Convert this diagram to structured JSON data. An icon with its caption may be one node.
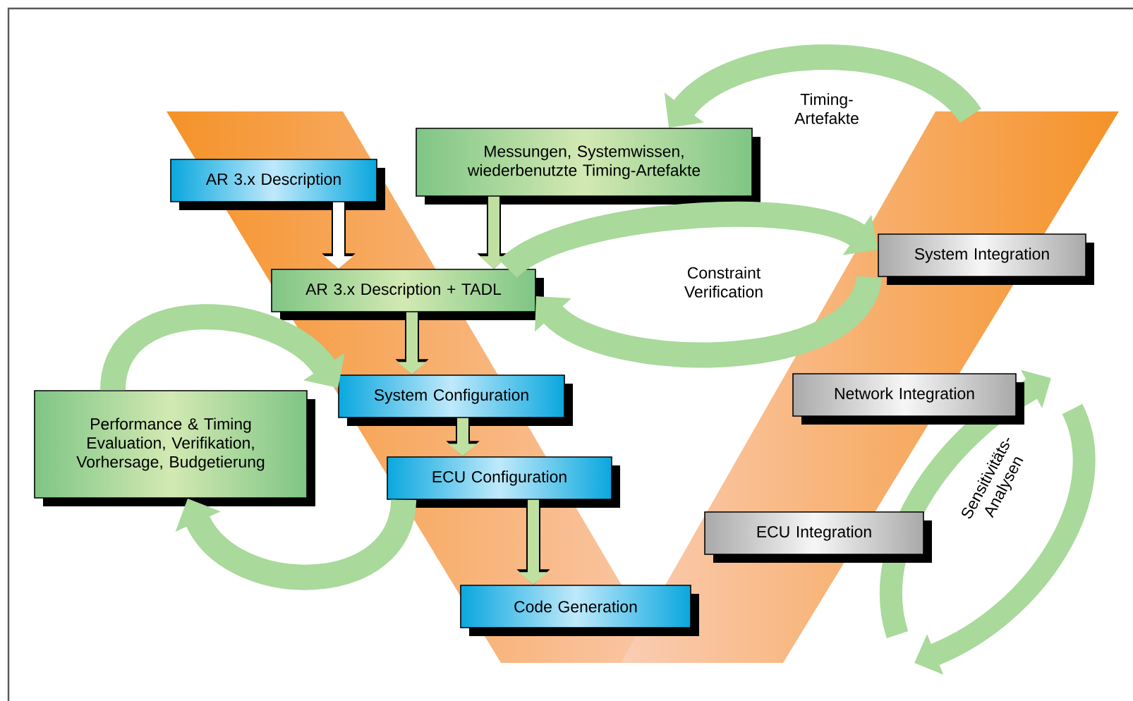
{
  "diagram": {
    "nodes": [
      {
        "text": [
          "AR 3.x Description"
        ]
      },
      {
        "text": [
          "Messungen, Systemwissen, wiederbenutzte Timing-Artefakte"
        ]
      },
      {
        "text": [
          "AR 3.x Description + TADL"
        ]
      },
      {
        "text": [
          "System Configuration"
        ]
      },
      {
        "text": [
          "ECU Configuration"
        ]
      },
      {
        "text": [
          "Code Generation"
        ]
      },
      {
        "text": [
          "Performance & Timing Evaluation, Verifikation, Vorhersage, Budgetierung"
        ]
      },
      {
        "text": [
          "System Integration"
        ]
      },
      {
        "text": [
          "Network Integration"
        ]
      },
      {
        "text": [
          "ECU Integration"
        ]
      }
    ],
    "edges": [
      {
        "from": 0,
        "to": 2,
        "arrow": "to",
        "color": "#ffffff"
      },
      {
        "from": 1,
        "to": 2,
        "arrow": "to"
      },
      {
        "from": 2,
        "to": 3,
        "arrow": "to"
      },
      {
        "from": 3,
        "to": 4,
        "arrow": "to"
      },
      {
        "from": 4,
        "to": 5,
        "arrow": "to"
      },
      {
        "from": 6,
        "to": 3,
        "arrow": "to",
        "style": "thick"
      },
      {
        "from": 4,
        "to": 6,
        "arrow": "to",
        "style": "thick"
      },
      {
        "from": 2,
        "to": 7,
        "arrow": "to",
        "style": "thick"
      },
      {
        "from": 7,
        "to": 2,
        "arrow": "to",
        "style": "thick"
      },
      {
        "from": null,
        "to": 1,
        "arrow": "to",
        "style": "thick"
      }
    ],
    "labels": [
      "Timing-Artefakte",
      "Constraint Verification",
      "Sensitivitäts-Analysen"
    ]
  }
}
